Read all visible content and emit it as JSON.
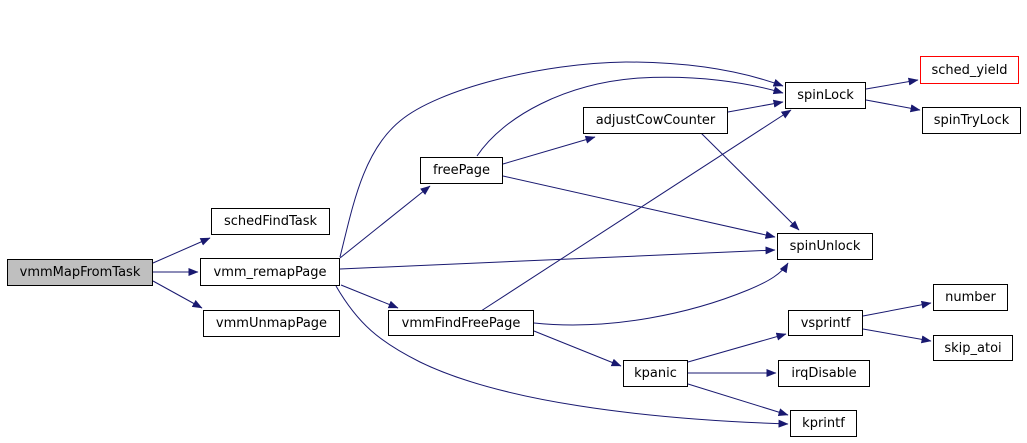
{
  "diagram": {
    "kind": "call-graph",
    "colors": {
      "edge": "#191970",
      "node_border": "#000000",
      "node_fill": "#ffffff",
      "current_node_fill": "#bfbfbf",
      "highlight_border": "#ff0000"
    },
    "nodes": {
      "vmmMapFromTask": {
        "label": "vmmMapFromTask",
        "role": "current"
      },
      "schedFindTask": {
        "label": "schedFindTask",
        "role": "normal"
      },
      "vmm_remapPage": {
        "label": "vmm_remapPage",
        "role": "normal"
      },
      "vmmUnmapPage": {
        "label": "vmmUnmapPage",
        "role": "normal"
      },
      "freePage": {
        "label": "freePage",
        "role": "normal"
      },
      "adjustCowCounter": {
        "label": "adjustCowCounter",
        "role": "normal"
      },
      "vmmFindFreePage": {
        "label": "vmmFindFreePage",
        "role": "normal"
      },
      "spinLock": {
        "label": "spinLock",
        "role": "normal"
      },
      "sched_yield": {
        "label": "sched_yield",
        "role": "highlighted"
      },
      "spinTryLock": {
        "label": "spinTryLock",
        "role": "normal"
      },
      "spinUnlock": {
        "label": "spinUnlock",
        "role": "normal"
      },
      "kpanic": {
        "label": "kpanic",
        "role": "normal"
      },
      "vsprintf": {
        "label": "vsprintf",
        "role": "normal"
      },
      "number": {
        "label": "number",
        "role": "normal"
      },
      "skip_atoi": {
        "label": "skip_atoi",
        "role": "normal"
      },
      "irqDisable": {
        "label": "irqDisable",
        "role": "normal"
      },
      "kprintf": {
        "label": "kprintf",
        "role": "normal"
      }
    },
    "edges": [
      {
        "from": "vmmMapFromTask",
        "to": "schedFindTask"
      },
      {
        "from": "vmmMapFromTask",
        "to": "vmm_remapPage"
      },
      {
        "from": "vmmMapFromTask",
        "to": "vmmUnmapPage"
      },
      {
        "from": "vmm_remapPage",
        "to": "freePage"
      },
      {
        "from": "vmm_remapPage",
        "to": "spinLock"
      },
      {
        "from": "vmm_remapPage",
        "to": "spinUnlock"
      },
      {
        "from": "vmm_remapPage",
        "to": "vmmFindFreePage"
      },
      {
        "from": "vmm_remapPage",
        "to": "kprintf"
      },
      {
        "from": "freePage",
        "to": "adjustCowCounter"
      },
      {
        "from": "freePage",
        "to": "spinLock"
      },
      {
        "from": "freePage",
        "to": "spinUnlock"
      },
      {
        "from": "adjustCowCounter",
        "to": "spinLock"
      },
      {
        "from": "adjustCowCounter",
        "to": "spinUnlock"
      },
      {
        "from": "vmmFindFreePage",
        "to": "spinLock"
      },
      {
        "from": "vmmFindFreePage",
        "to": "spinUnlock"
      },
      {
        "from": "vmmFindFreePage",
        "to": "kpanic"
      },
      {
        "from": "kpanic",
        "to": "vsprintf"
      },
      {
        "from": "kpanic",
        "to": "irqDisable"
      },
      {
        "from": "kpanic",
        "to": "kprintf"
      },
      {
        "from": "spinLock",
        "to": "sched_yield"
      },
      {
        "from": "spinLock",
        "to": "spinTryLock"
      },
      {
        "from": "vsprintf",
        "to": "number"
      },
      {
        "from": "vsprintf",
        "to": "skip_atoi"
      }
    ]
  }
}
